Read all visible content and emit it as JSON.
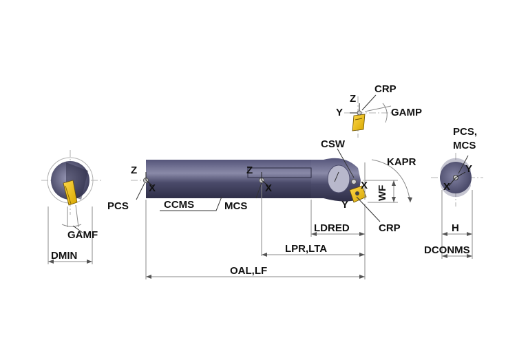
{
  "labels": {
    "gamf": "GAMF",
    "dmin": "DMIN",
    "z": "Z",
    "x": "X",
    "y": "Y",
    "pcs": "PCS",
    "ccms": "CCMS",
    "mcs": "MCS",
    "oal_lf": "OAL,LF",
    "lpr_lta": "LPR,LTA",
    "ldred": "LDRED",
    "crp": "CRP",
    "csw": "CSW",
    "gamp": "GAMP",
    "kapr": "KAPR",
    "wf": "WF",
    "pcs_line1": "PCS,",
    "mcs_line2": "MCS",
    "h": "H",
    "dconms": "DCONMS"
  },
  "colors": {
    "shank_dark": "#3f3f5e",
    "shank_mid": "#6b6b8a",
    "shank_light": "#9a9ab4",
    "insert_yellow": "#f2c200",
    "insert_dark": "#7a5c00",
    "dimension": "#8a8a8a",
    "text": "#111111"
  }
}
